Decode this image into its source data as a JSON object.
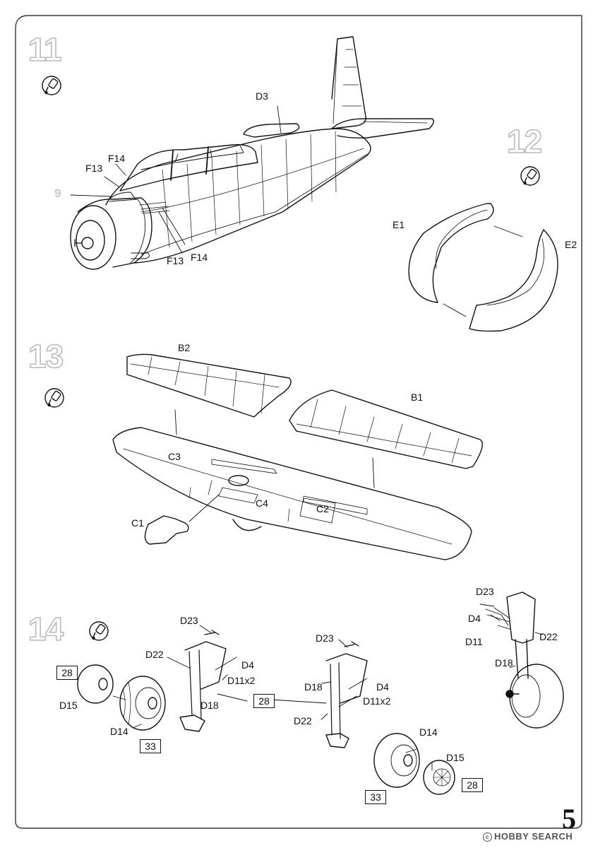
{
  "page_number": "5",
  "watermark": "HOBBY SEARCH",
  "steps": [
    {
      "number": "11",
      "labels": {
        "d3": "D3",
        "f14_top": "F14",
        "f13_top": "F13",
        "ref9": "9",
        "f13_bottom": "F13",
        "f14_bottom": "F14"
      }
    },
    {
      "number": "12",
      "labels": {
        "e1": "E1",
        "e2": "E2"
      }
    },
    {
      "number": "13",
      "labels": {
        "b2": "B2",
        "b1": "B1",
        "c3": "C3",
        "c4": "C4",
        "c2": "C2",
        "c1": "C1"
      }
    },
    {
      "number": "14",
      "labels": {
        "d23_left": "D23",
        "d22_left": "D22",
        "d4_left": "D4",
        "d11x2_left": "D11x2",
        "d18_left": "D18",
        "d15_left": "D15",
        "d14_left": "D14",
        "d23_mid": "D23",
        "d18_mid": "D18",
        "d4_mid": "D4",
        "d11x2_mid": "D11x2",
        "d22_mid": "D22",
        "d14_right": "D14",
        "d15_right": "D15",
        "d23_detail": "D23",
        "d4_detail": "D4",
        "d11_detail": "D11",
        "d22_detail": "D22",
        "d18_detail": "D18"
      },
      "color_refs": {
        "wheel_left_hub": "28",
        "wheel_left_tire": "33",
        "strut_shared": "28",
        "wheel_right_tire": "33",
        "wheel_right_hub": "28"
      }
    }
  ],
  "colors": {
    "line": "#111111",
    "step_outline": "#b9b9b9",
    "ref_grey": "#c6c6c6"
  },
  "icons": [
    "glue-icon"
  ]
}
